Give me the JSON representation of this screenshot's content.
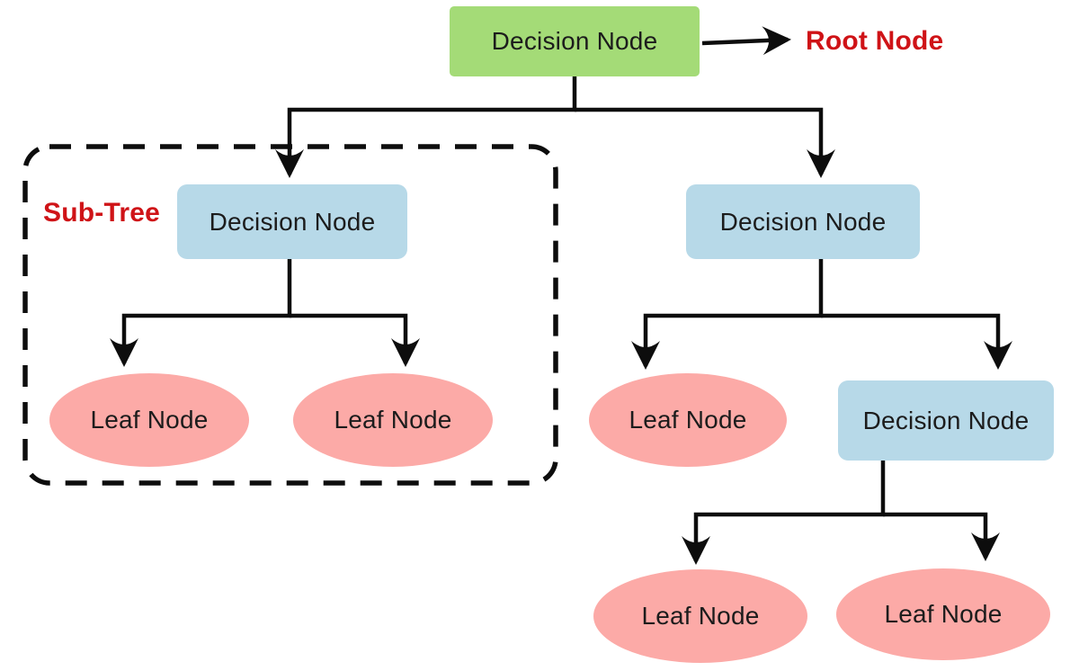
{
  "diagram": {
    "type": "decision-tree-structure",
    "colors": {
      "root_fill": "#a4db77",
      "decision_fill": "#b7d9e8",
      "leaf_fill": "#fcaaa7",
      "annotation": "#cf1317",
      "line": "#0d0d0d",
      "text": "#1c1c1c"
    },
    "nodes": {
      "root": "Decision Node",
      "subtree_decision": "Decision Node",
      "right_decision": "Decision Node",
      "lower_decision": "Decision Node",
      "subtree_leaf_left": "Leaf Node",
      "subtree_leaf_right": "Leaf Node",
      "right_leaf": "Leaf Node",
      "lower_leaf_left": "Leaf Node",
      "lower_leaf_right": "Leaf Node"
    },
    "annotations": {
      "root_pointer_label": "Root Node",
      "subtree_label": "Sub-Tree"
    }
  }
}
